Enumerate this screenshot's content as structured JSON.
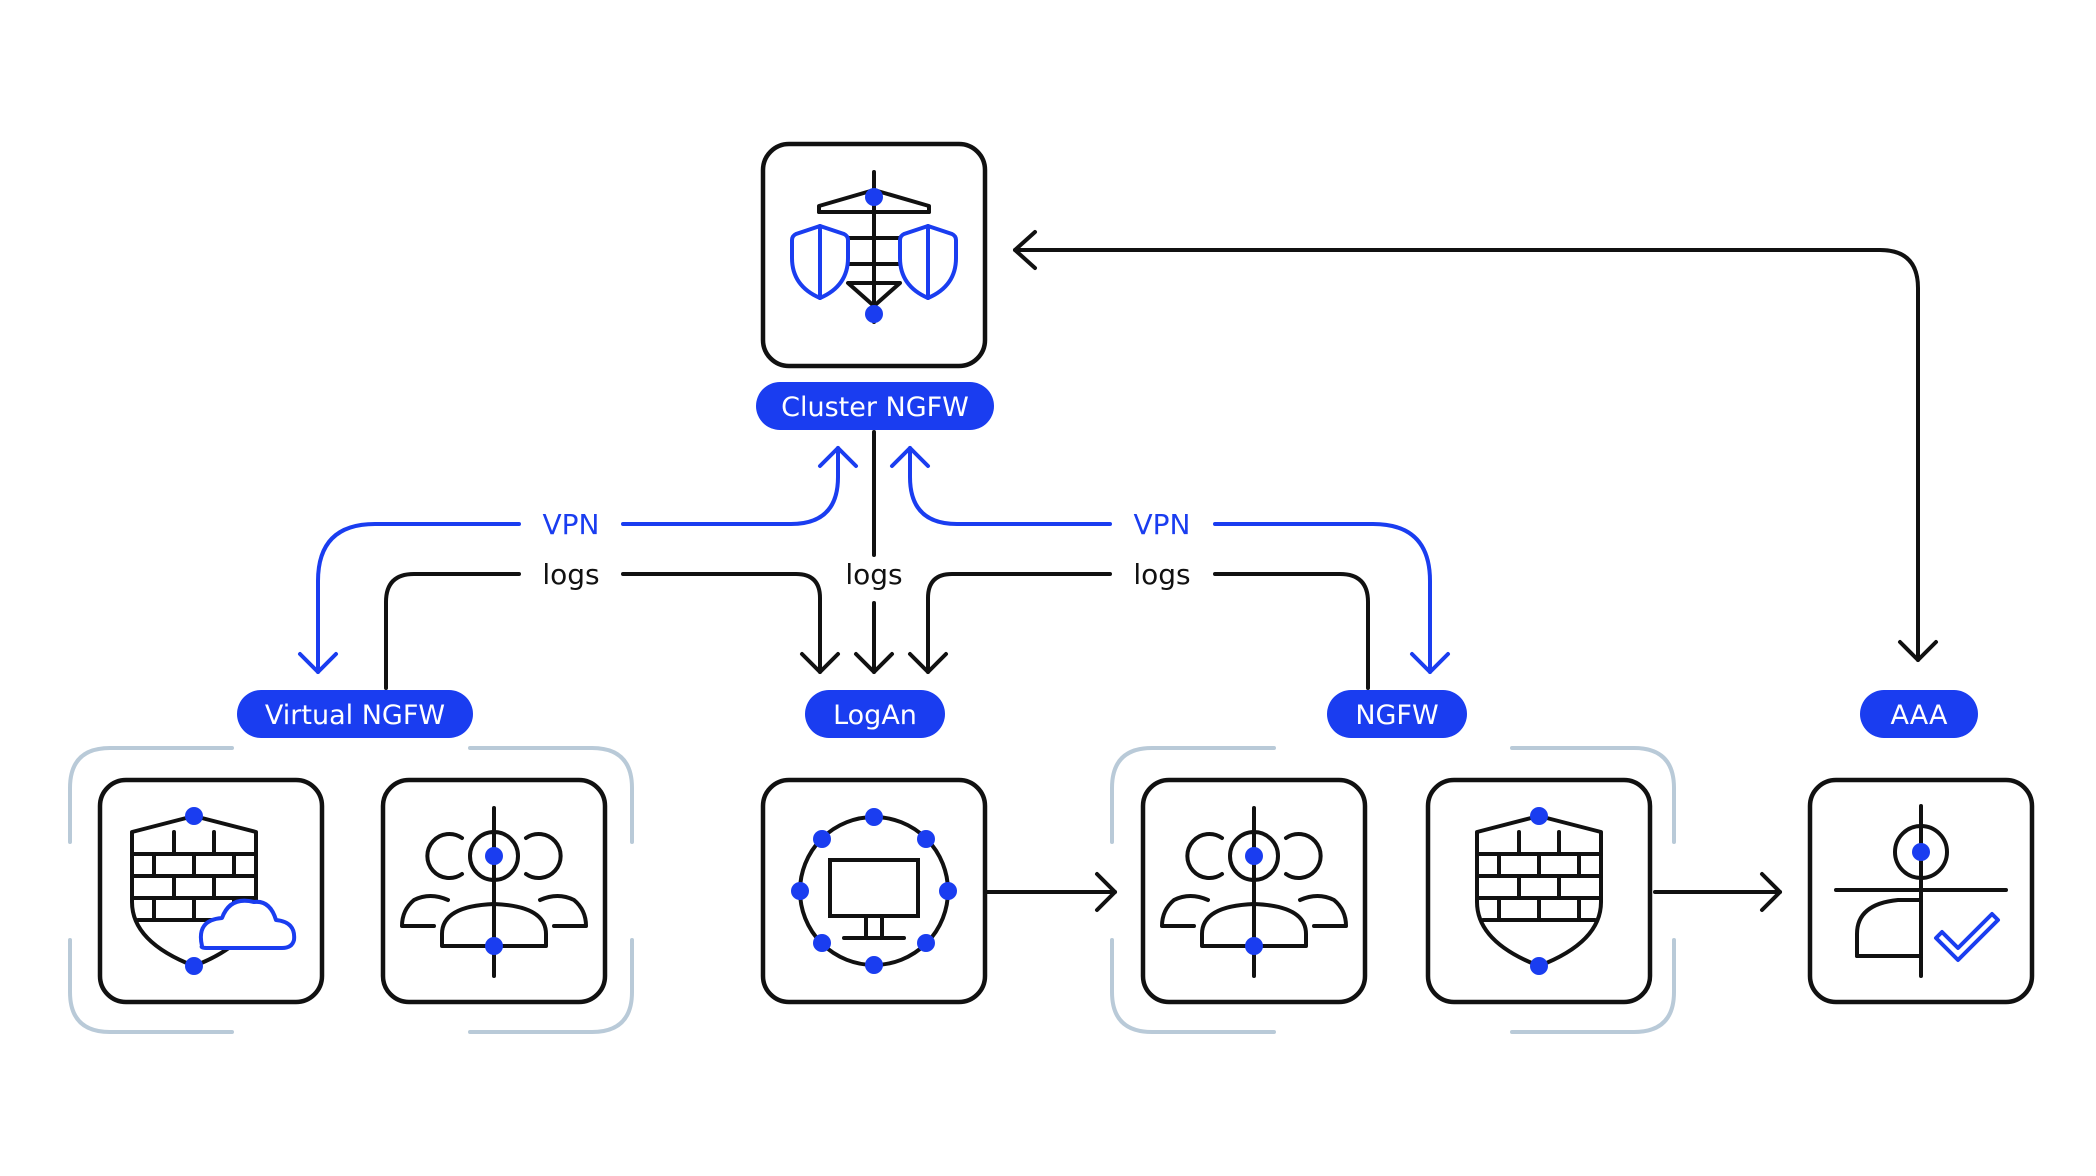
{
  "colors": {
    "accent": "#1a3df0",
    "ink": "#111111",
    "group_outline": "#b9cad8",
    "background": "#ffffff"
  },
  "nodes": {
    "cluster_ngfw": {
      "label": "Cluster NGFW",
      "icon": "cluster-shield-icon"
    },
    "virtual_ngfw": {
      "label": "Virtual NGFW",
      "icons": [
        "firewall-cloud-icon",
        "users-group-icon"
      ]
    },
    "logan": {
      "label": "LogAn",
      "icon": "network-monitor-icon"
    },
    "ngfw": {
      "label": "NGFW",
      "icons": [
        "users-group-icon",
        "firewall-shield-icon"
      ]
    },
    "aaa": {
      "label": "AAA",
      "icon": "user-check-icon"
    }
  },
  "edges": {
    "vpn_left": "VPN",
    "vpn_right": "VPN",
    "logs_left": "logs",
    "logs_center": "logs",
    "logs_right": "logs"
  }
}
